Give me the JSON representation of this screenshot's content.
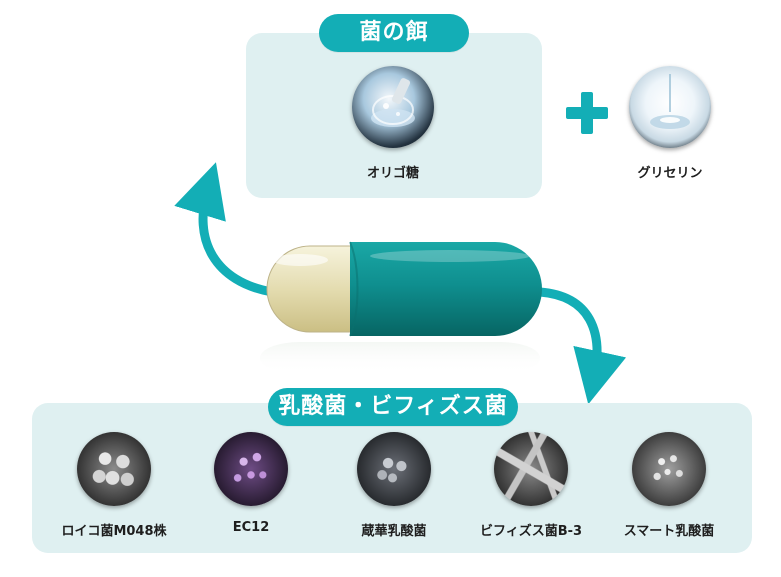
{
  "top": {
    "title": "菌の餌",
    "oligo": {
      "label": "オリゴ糖",
      "icon": "oligosaccharide-photo"
    },
    "glycerin": {
      "label": "グリセリン",
      "icon": "glycerin-photo"
    },
    "plus_icon": "plus-icon"
  },
  "bottom": {
    "title": "乳酸菌・ビフィズス菌",
    "bacteria": [
      {
        "label": "ロイコ菌M048株"
      },
      {
        "label": "EC12"
      },
      {
        "label": "蔵華乳酸菌"
      },
      {
        "label": "ビフィズス菌B-3"
      },
      {
        "label": "スマート乳酸菌"
      }
    ]
  },
  "colors": {
    "accent": "#13aeb6",
    "panel": "#dff0f1",
    "capsule_teal": "#0f8f8f"
  }
}
